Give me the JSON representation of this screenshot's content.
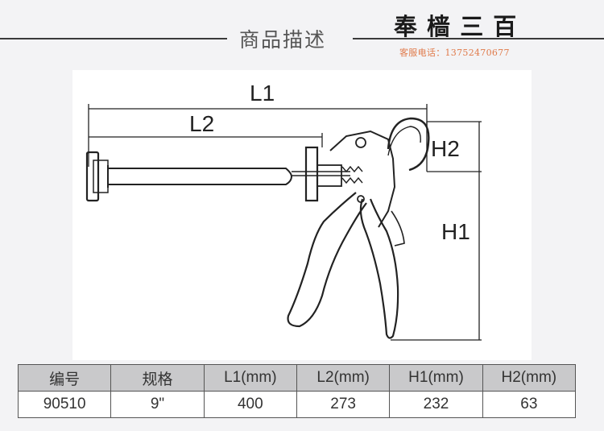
{
  "header": {
    "section_title": "商品描述",
    "brand_name": "奉 樯 三 百",
    "brand_contact": "客服电话：13752470677"
  },
  "drawing": {
    "labels": {
      "l1": "L1",
      "l2": "L2",
      "h1": "H1",
      "h2": "H2"
    }
  },
  "spec_table": {
    "headers": [
      "编号",
      "规格",
      "L1(mm)",
      "L2(mm)",
      "H1(mm)",
      "H2(mm)"
    ],
    "rows": [
      [
        "90510",
        "9\"",
        "400",
        "273",
        "232",
        "63"
      ]
    ]
  }
}
